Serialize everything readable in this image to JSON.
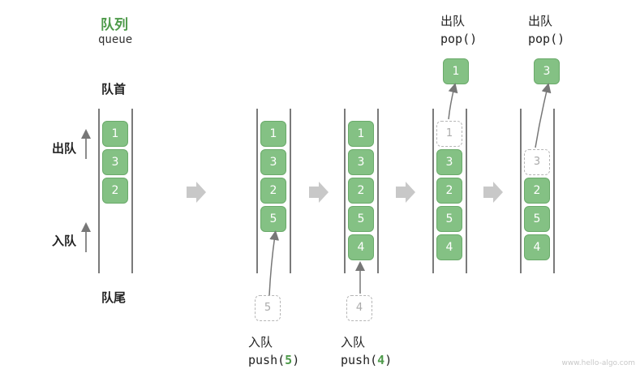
{
  "title": "队列",
  "subtitle": "queue",
  "labels": {
    "head": "队首",
    "tail": "队尾",
    "dequeue": "出队",
    "enqueue": "入队"
  },
  "stages": [
    {
      "items": [
        "1",
        "3",
        "2"
      ]
    },
    {
      "items": [
        "1",
        "3",
        "2",
        "5"
      ],
      "ghost": "5",
      "op_label": "入队",
      "op_call": "push(",
      "op_arg": "5",
      "op_close": ")"
    },
    {
      "items": [
        "1",
        "3",
        "2",
        "5",
        "4"
      ],
      "ghost": "4",
      "op_label": "入队",
      "op_call": "push(",
      "op_arg": "4",
      "op_close": ")"
    },
    {
      "items": [
        "3",
        "2",
        "5",
        "4"
      ],
      "ghost": "1",
      "popped": "1",
      "op_label": "出队",
      "op_call": "pop()"
    },
    {
      "items": [
        "2",
        "5",
        "4"
      ],
      "ghost": "3",
      "popped": "3",
      "op_label": "出队",
      "op_call": "pop()"
    }
  ],
  "watermark": "www.hello-algo.com",
  "colors": {
    "box": "#84c184",
    "accent": "#4e9a4a",
    "rail": "#7a7a7a",
    "arrow": "#c8c8c8"
  }
}
